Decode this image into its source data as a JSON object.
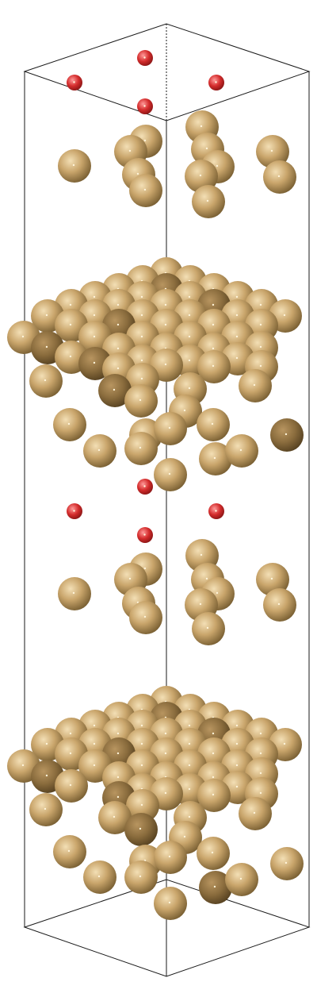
{
  "scene": {
    "type": "atomic-structure-render",
    "background": "#ffffff",
    "cell_line_color": "#1a1a1a",
    "atoms": [
      {
        "species": "metal",
        "color": "#c9a56b",
        "shadow": "#6a5228",
        "highlight": "#f3dfb5"
      },
      {
        "species": "oxygen",
        "color": "#d42c2c",
        "shadow": "#7a1010",
        "highlight": "#ff9a9a"
      }
    ]
  }
}
